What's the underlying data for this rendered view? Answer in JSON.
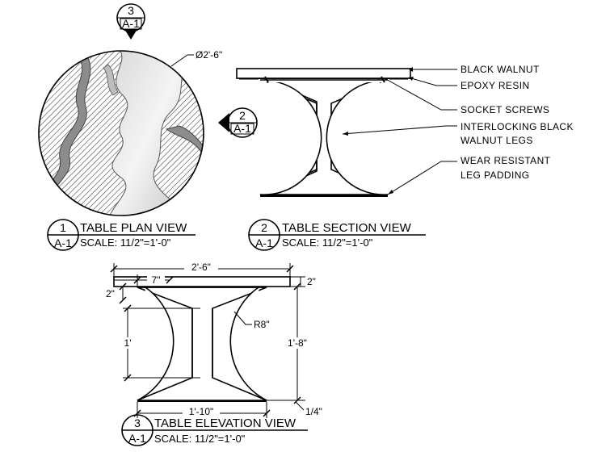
{
  "callouts": {
    "top": {
      "number": "3",
      "sheet": "A-1"
    },
    "side": {
      "number": "2",
      "sheet": "A-1"
    }
  },
  "plan": {
    "diameter": "Ø2'-6\"",
    "number": "1",
    "sheet": "A-1",
    "title": "TABLE PLAN VIEW",
    "scale": "SCALE: 11/2\"=1'-0\""
  },
  "section": {
    "number": "2",
    "sheet": "A-1",
    "title": "TABLE SECTION VIEW",
    "scale": "SCALE: 11/2\"=1'-0\"",
    "notes": {
      "black_walnut": "BLACK WALNUT",
      "epoxy": "EPOXY RESIN",
      "screws": "SOCKET SCREWS",
      "legs_1": "INTERLOCKING BLACK",
      "legs_2": "WALNUT LEGS",
      "pad_1": "WEAR RESISTANT",
      "pad_2": "LEG PADDING"
    }
  },
  "elevation": {
    "number": "3",
    "sheet": "A-1",
    "title": "TABLE ELEVATION VIEW",
    "scale": "SCALE: 11/2\"=1'-0\"",
    "dims": {
      "overall_width": "2'-6\"",
      "top_offset": "7\"",
      "top_thick_right": "2\"",
      "top_thick_left": "2\"",
      "height": "1'-8\"",
      "cutout_height": "1'",
      "radius": "R8\"",
      "base_width": "1'-10\"",
      "pad": "1/4\""
    }
  },
  "colors": {
    "line": "#000000",
    "epoxy": "#bfbfbf",
    "background": "#ffffff"
  }
}
